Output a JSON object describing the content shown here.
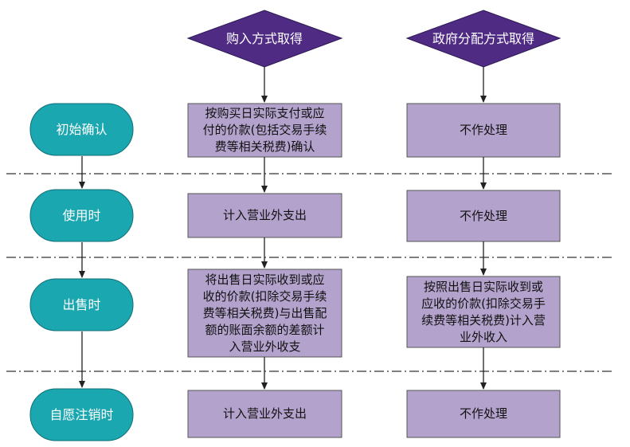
{
  "colors": {
    "stage_fill": "#1aa7b0",
    "header_fill": "#4f2b84",
    "box_fill": "#b3a2cc",
    "line": "#222222"
  },
  "headers": {
    "purchase": "购入方式取得",
    "government": "政府分配方式取得"
  },
  "stages": [
    "初始确认",
    "使用时",
    "出售时",
    "自愿注销时"
  ],
  "purchase_boxes": [
    [
      "按购买日实际支付或应",
      "付的价款(包括交易手续",
      "费等相关税费)确认"
    ],
    [
      "计入营业外支出"
    ],
    [
      "将出售日实际收到或应",
      "收的价款(扣除交易手续",
      "费等相关税费)与出售配",
      "额的账面余额的差额计",
      "入营业外收支"
    ],
    [
      "计入营业外支出"
    ]
  ],
  "government_boxes": [
    [
      "不作处理"
    ],
    [
      "不作处理"
    ],
    [
      "按照出售日实际收到或",
      "应收的价款(扣除交易手",
      "续费等相关税费)计入营",
      "业外收入"
    ],
    [
      "不作处理"
    ]
  ]
}
